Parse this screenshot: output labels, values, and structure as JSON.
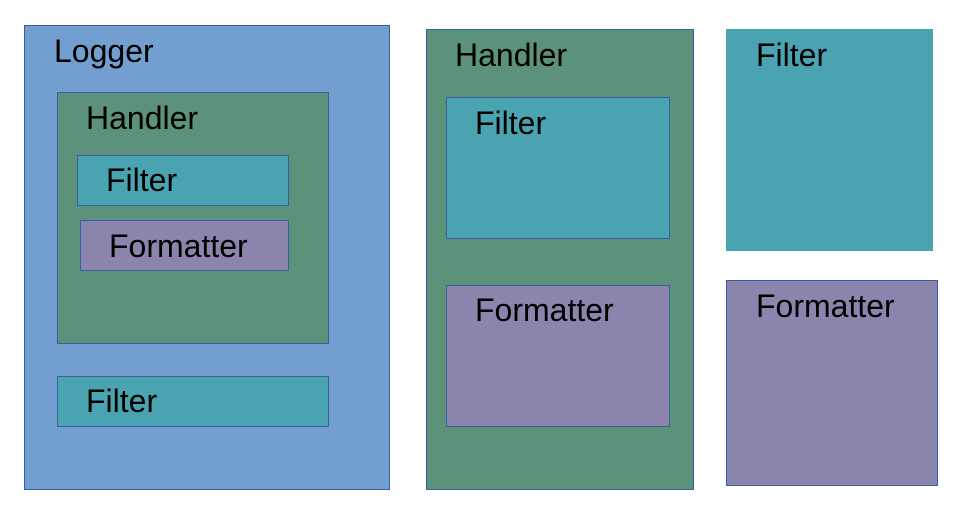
{
  "diagram": {
    "colors": {
      "logger": "#729fcf",
      "handler": "#5c917a",
      "filter": "#4aa3b1",
      "formatter": "#8b84ad"
    },
    "logger_group": {
      "logger_label": "Logger",
      "handler_label": "Handler",
      "inner_filter_label": "Filter",
      "inner_formatter_label": "Formatter",
      "logger_filter_label": "Filter"
    },
    "handler_group": {
      "handler_label": "Handler",
      "filter_label": "Filter",
      "formatter_label": "Formatter"
    },
    "standalone": {
      "filter_label": "Filter",
      "formatter_label": "Formatter"
    }
  }
}
